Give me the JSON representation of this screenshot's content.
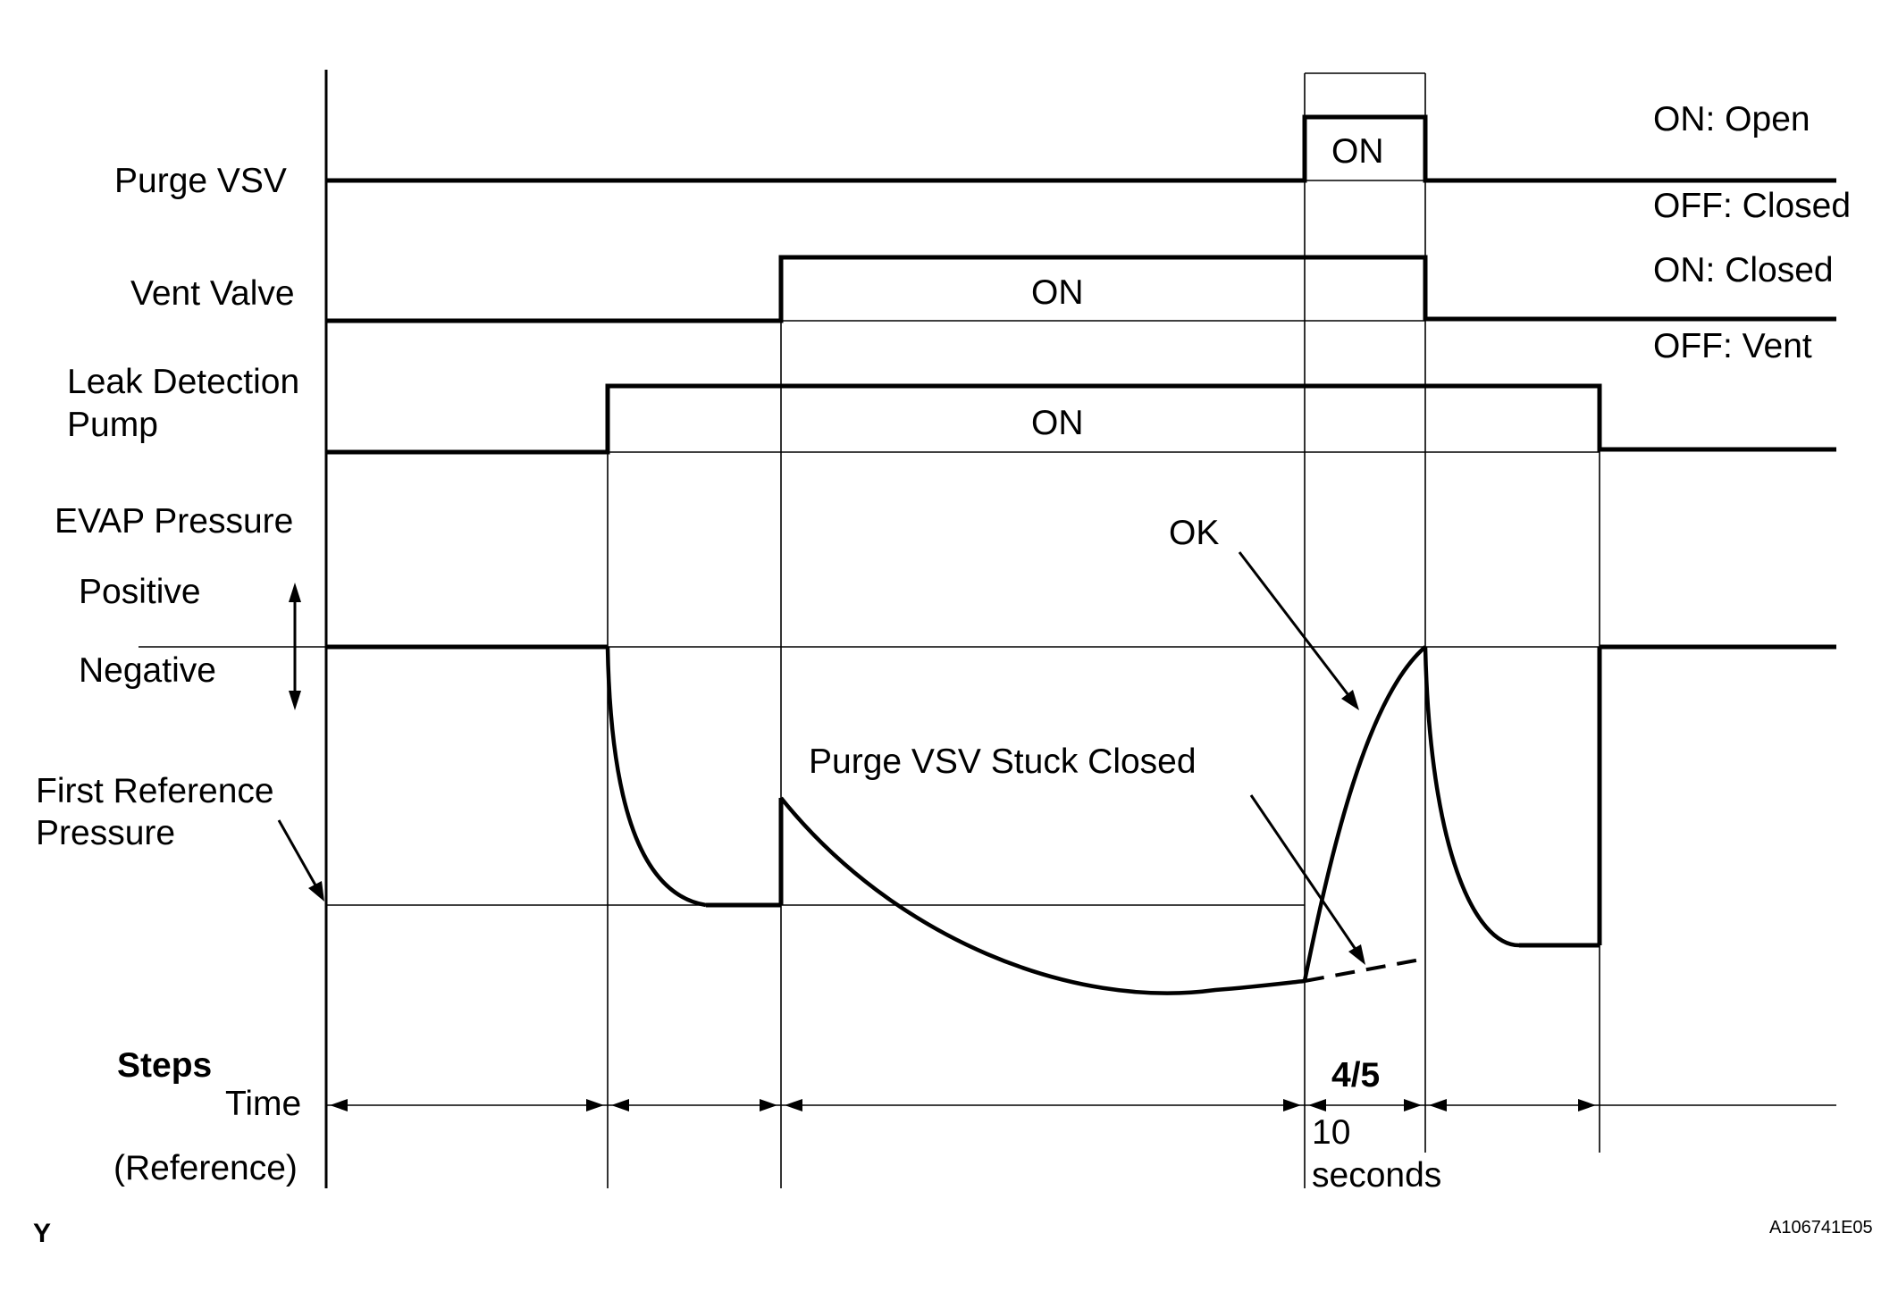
{
  "signals": {
    "purge_vsv": "Purge VSV",
    "vent_valve": "Vent Valve",
    "ldp_line1": "Leak Detection",
    "ldp_line2": "Pump",
    "evap_pressure": "EVAP Pressure",
    "positive": "Positive",
    "negative": "Negative",
    "first_ref_line1": "First Reference",
    "first_ref_line2": "Pressure"
  },
  "state_labels": {
    "purge_on": "ON",
    "vent_on": "ON",
    "pump_on": "ON"
  },
  "legend": {
    "purge_on": "ON: Open",
    "purge_off": "OFF: Closed",
    "vent_on": "ON: Closed",
    "vent_off": "OFF: Vent"
  },
  "annotations": {
    "ok": "OK",
    "stuck_closed": "Purge VSV Stuck Closed"
  },
  "footer": {
    "steps": "Steps",
    "time": "Time",
    "reference": "(Reference)",
    "step_label": "4/5",
    "duration_line1": "10",
    "duration_line2": "seconds"
  },
  "corner": {
    "left": "Y",
    "figure_id": "A106741E05"
  }
}
